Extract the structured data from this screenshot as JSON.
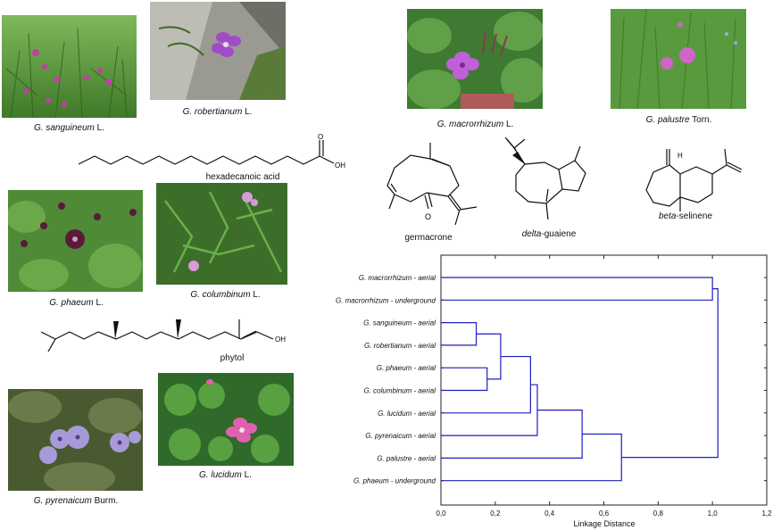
{
  "species": [
    {
      "id": "sanguineum",
      "name": "G. sanguineum",
      "author": "L."
    },
    {
      "id": "robertianum",
      "name": "G. robertianum",
      "author": "L."
    },
    {
      "id": "macrorrhizum",
      "name": "G. macrorrhizum",
      "author": "L."
    },
    {
      "id": "palustre",
      "name": "G. palustre",
      "author": "Torn."
    },
    {
      "id": "phaeum",
      "name": "G. phaeum",
      "author": "L."
    },
    {
      "id": "columbinum",
      "name": "G. columbinum",
      "author": "L."
    },
    {
      "id": "pyrenaicum",
      "name": "G. pyrenaicum",
      "author": "Burm."
    },
    {
      "id": "lucidum",
      "name": "G. lucidum",
      "author": "L."
    }
  ],
  "molecules": {
    "hexadecanoic": {
      "label": "hexadecanoic acid",
      "atom_o": "O",
      "atom_oh": "OH"
    },
    "germacrone": {
      "label": "germacrone",
      "atom_o": "O"
    },
    "guaiene": {
      "prefix": "delta",
      "suffix": "-guaiene"
    },
    "selinene": {
      "prefix": "beta",
      "suffix": "-selinene",
      "atom_h": "H"
    },
    "phytol": {
      "label": "phytol",
      "atom_oh": "OH"
    }
  },
  "chart_data": {
    "type": "dendrogram",
    "xlabel": "Linkage Distance",
    "xlim": [
      0.0,
      1.2
    ],
    "xticks": [
      "0,0",
      "0,2",
      "0,4",
      "0,6",
      "0,8",
      "1,0",
      "1,2"
    ],
    "line_color": "#1f1fbf",
    "leaves": [
      "G. macrorrhizum - aerial",
      "G. macrorrhizum - underground",
      "G. sanguineum - aerial",
      "G. robertianum - aerial",
      "G. phaeum - aerial",
      "G. columbinum - aerial",
      "G. lucidum - aerial",
      "G. pyrenaicum - aerial",
      "G. palustre - aerial",
      "G. phaeum - underground"
    ],
    "merges": [
      {
        "a": "L0",
        "b": "L1",
        "height": 1.0
      },
      {
        "a": "L2",
        "b": "L3",
        "height": 0.13
      },
      {
        "a": "L4",
        "b": "L5",
        "height": 0.17
      },
      {
        "a": "M1",
        "b": "M2",
        "height": 0.22
      },
      {
        "a": "M3",
        "b": "L6",
        "height": 0.33
      },
      {
        "a": "M4",
        "b": "L7",
        "height": 0.355
      },
      {
        "a": "M5",
        "b": "L8",
        "height": 0.52
      },
      {
        "a": "M6",
        "b": "L9",
        "height": 0.665
      },
      {
        "a": "M0",
        "b": "M7",
        "height": 1.02
      }
    ]
  }
}
